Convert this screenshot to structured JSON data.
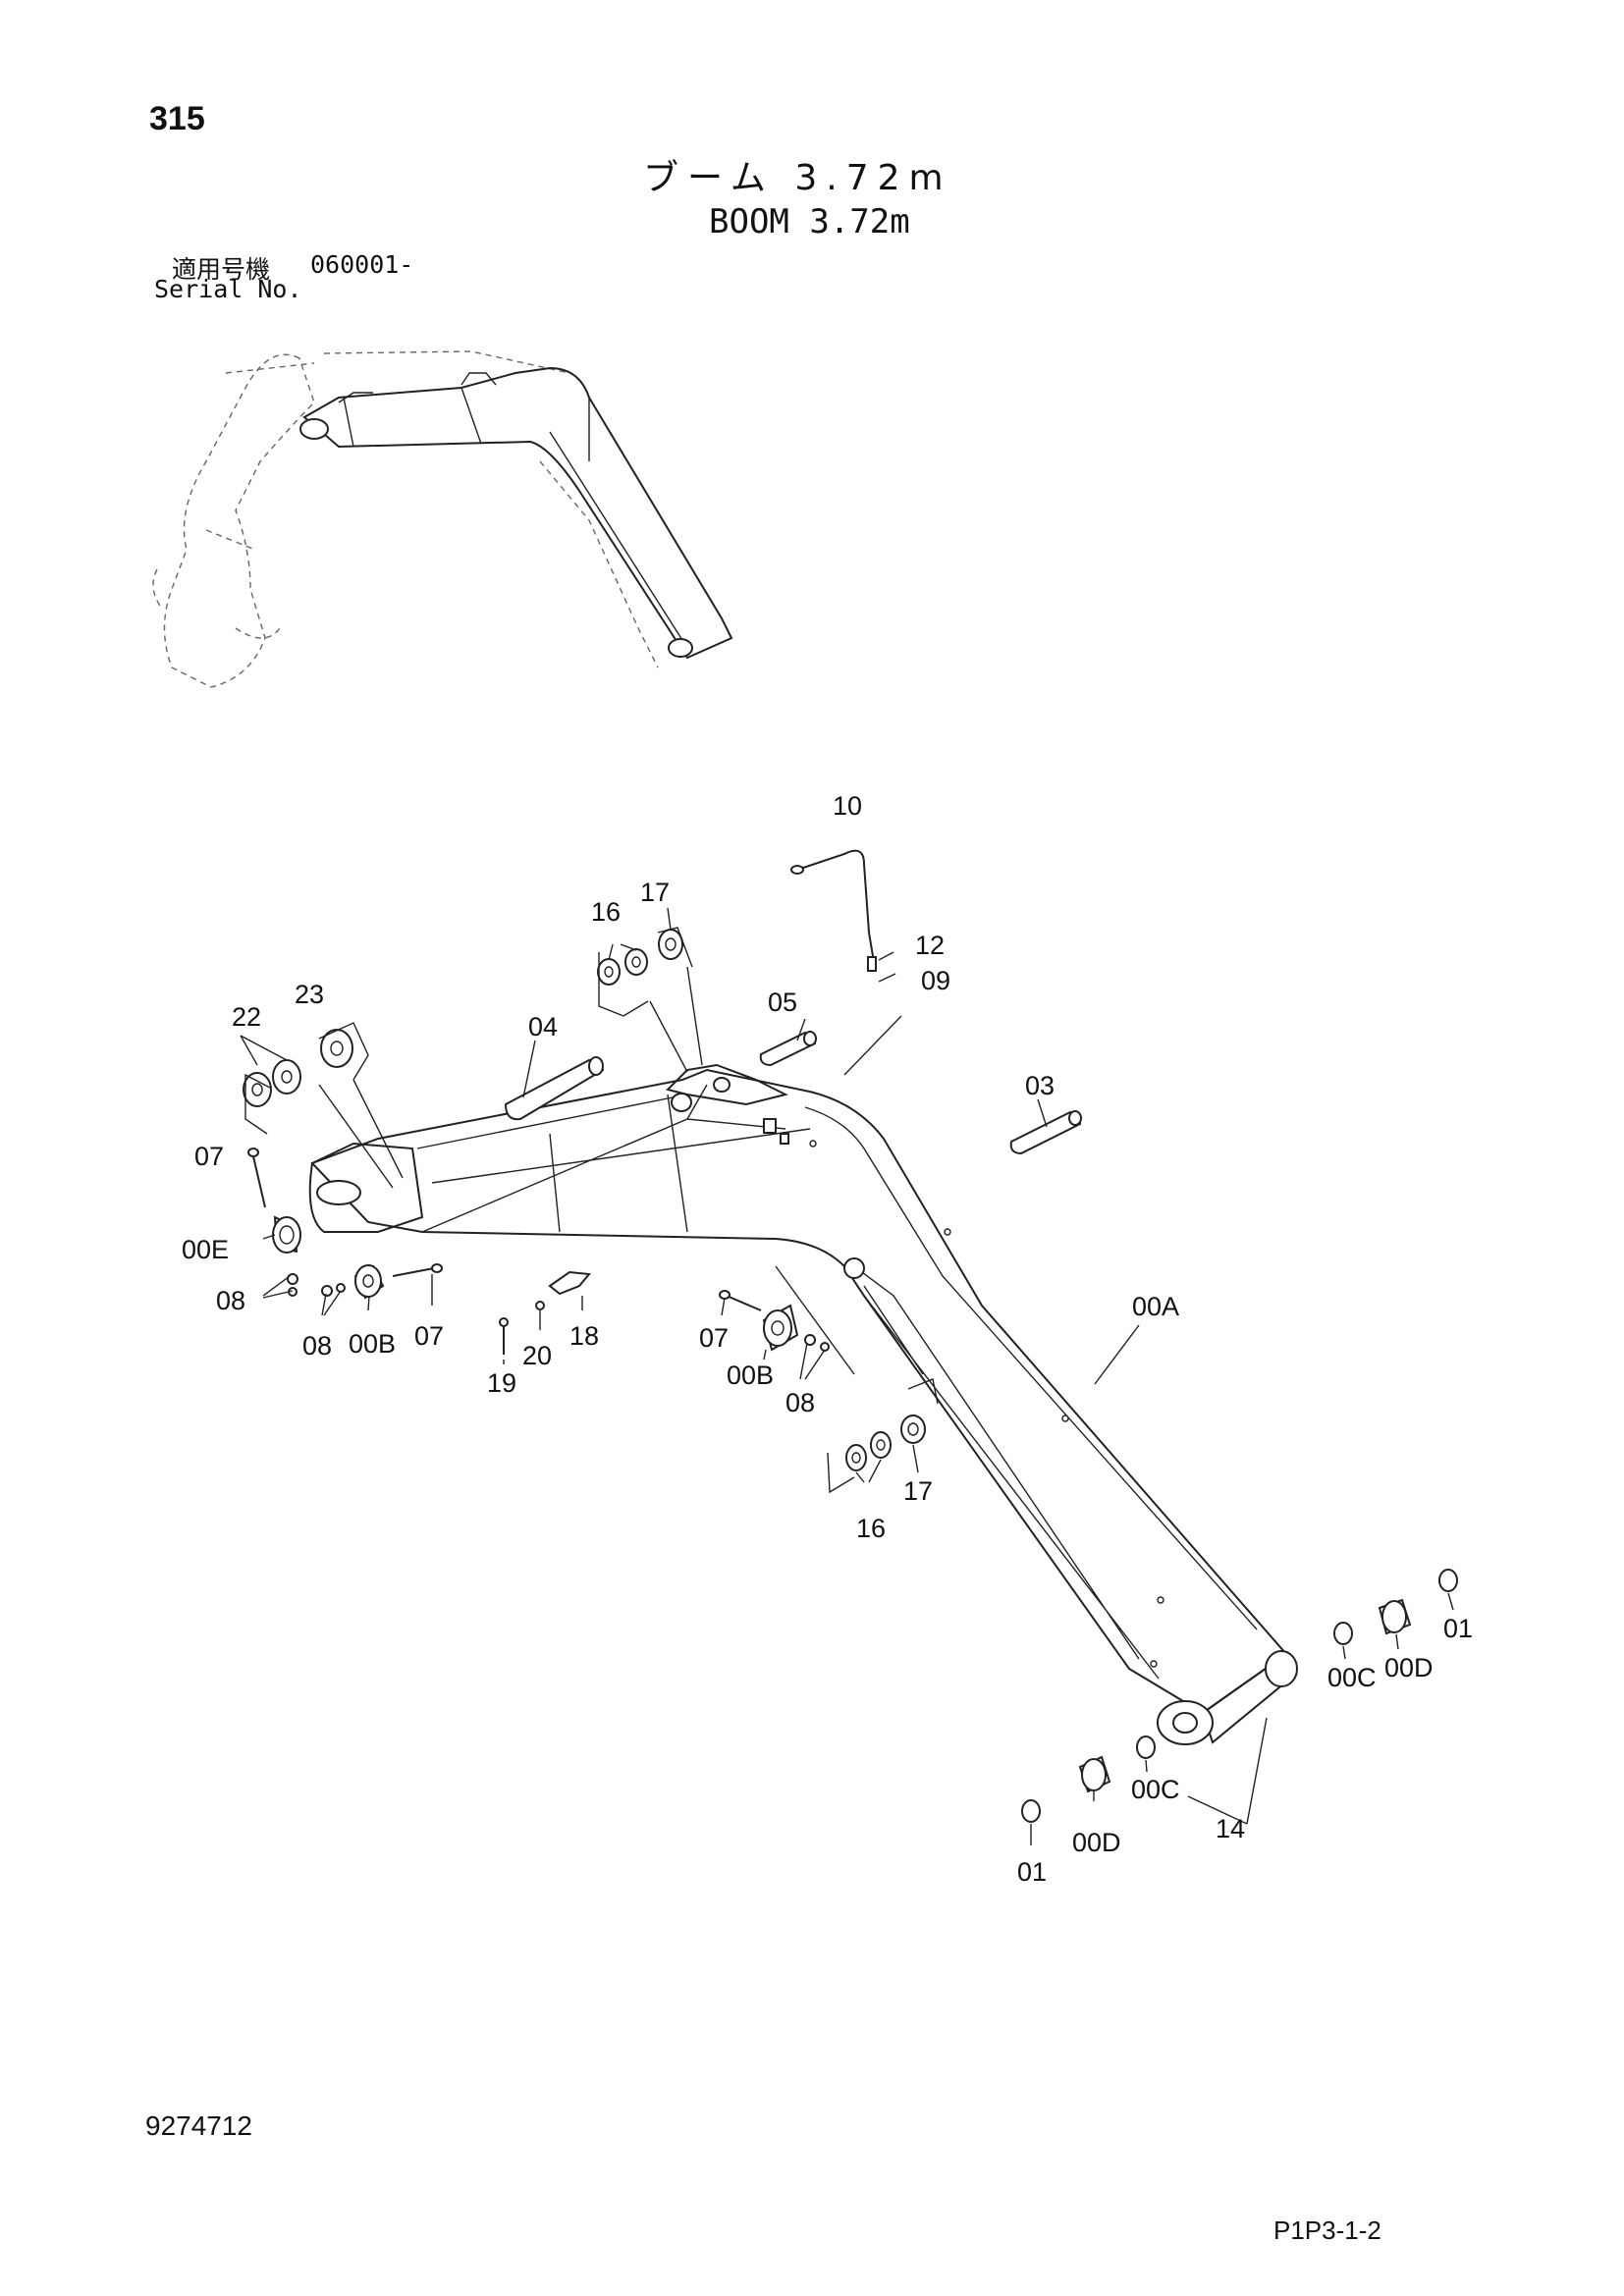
{
  "page_number": "315",
  "title_jp": "ブーム 3.72m",
  "title_en": "BOOM 3.72m",
  "serial": {
    "label_jp": "適用号機",
    "number": "060001-",
    "label_en": "Serial No."
  },
  "callouts": {
    "c01a": "01",
    "c01b": "01",
    "c03": "03",
    "c04": "04",
    "c05": "05",
    "c07a": "07",
    "c07b": "07",
    "c07c": "07",
    "c08a": "08",
    "c08b": "08",
    "c08c": "08",
    "c09": "09",
    "c10": "10",
    "c12": "12",
    "c14": "14",
    "c16a": "16",
    "c16b": "16",
    "c17a": "17",
    "c17b": "17",
    "c18": "18",
    "c19": "19",
    "c20": "20",
    "c22": "22",
    "c23": "23",
    "c00A": "00A",
    "c00Ba": "00B",
    "c00Bb": "00B",
    "c00Ca": "00C",
    "c00Cb": "00C",
    "c00Da": "00D",
    "c00Db": "00D",
    "c00E": "00E"
  },
  "doc_number": "9274712",
  "page_code": "P1P3-1-2"
}
